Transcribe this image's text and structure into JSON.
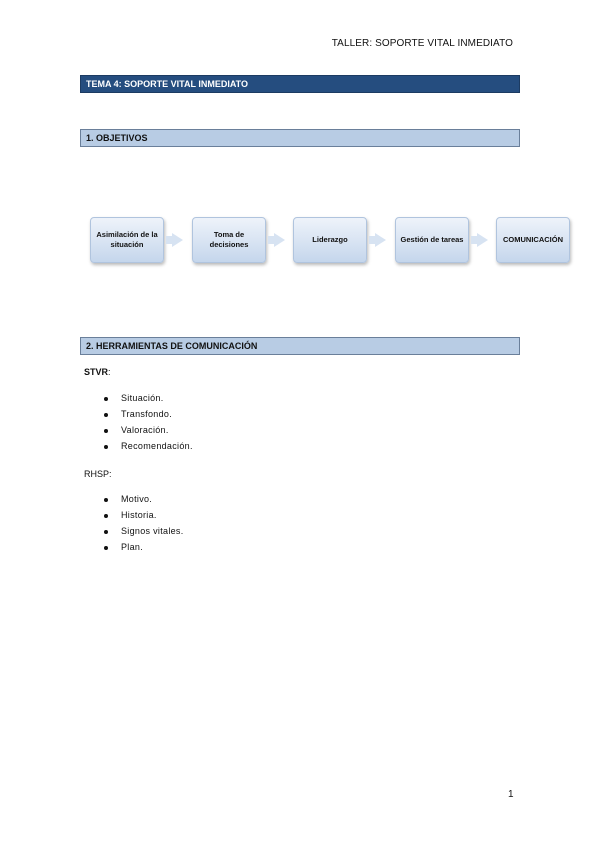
{
  "header": {
    "running_title": "TALLER: SOPORTE VITAL INMEDIATO"
  },
  "title_bar": {
    "text": "TEMA 4: SOPORTE VITAL INMEDIATO"
  },
  "sections": [
    {
      "title": "1. OBJETIVOS"
    },
    {
      "title": "2. HERRAMIENTAS DE COMUNICACIÓN"
    }
  ],
  "flow": {
    "steps": [
      "Asimilación de la situación",
      "Toma de decisiones",
      "Liderazgo",
      "Gestión de tareas",
      "COMUNICACIÓN"
    ]
  },
  "stvr": {
    "label": "STVR",
    "colon": ":",
    "items": [
      "Situación.",
      "Transfondo.",
      "Valoración.",
      "Recomendación."
    ]
  },
  "rhsp": {
    "label": "RHSP:",
    "items": [
      "Motivo.",
      "Historia.",
      "Signos vitales.",
      "Plan."
    ]
  },
  "footer": {
    "page_number": "1"
  }
}
